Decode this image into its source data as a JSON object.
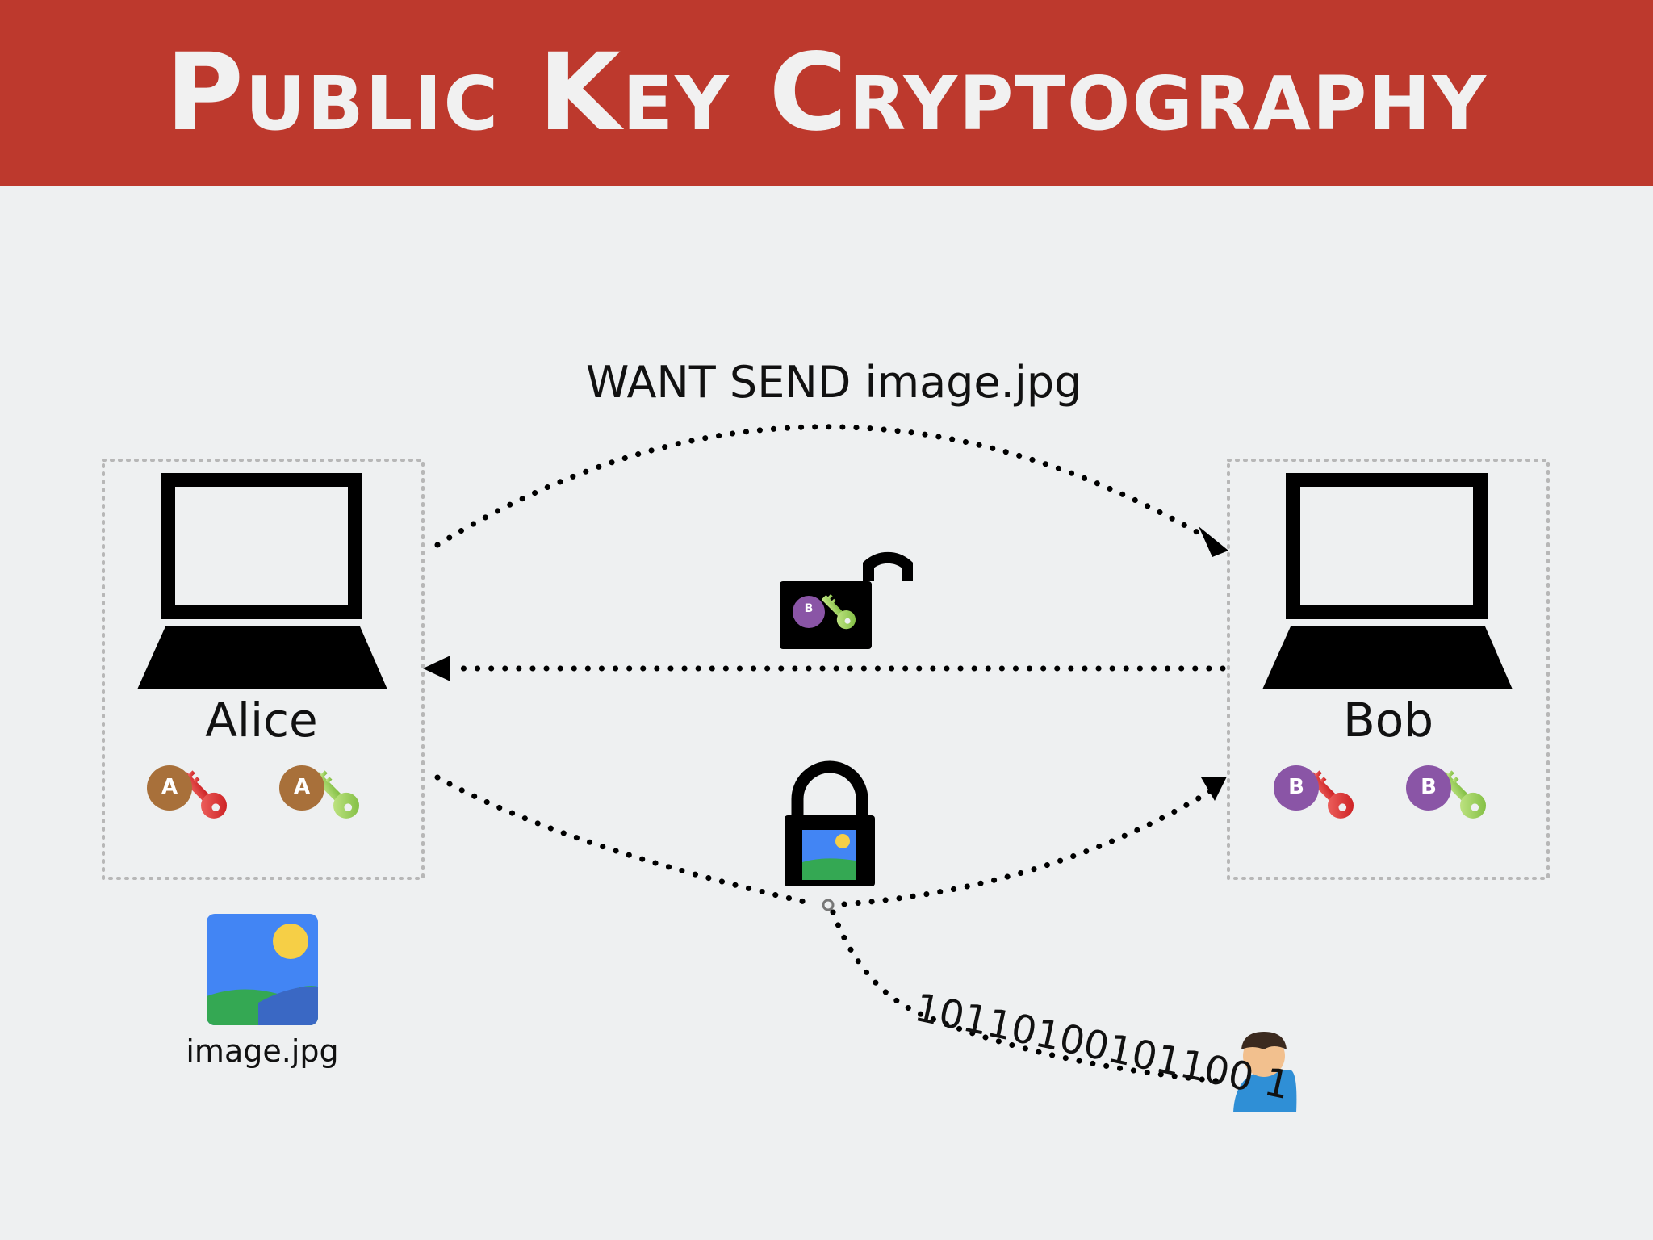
{
  "slide": {
    "title": "Public Key Cryptography",
    "accent_color": "#bd392d",
    "background_color": "#eef0f1"
  },
  "message": {
    "request_label": "WANT SEND image.jpg",
    "binary_label": "10110100101100 1"
  },
  "alice": {
    "name": "Alice",
    "file_name": "image.jpg",
    "private_key": {
      "letter": "A",
      "icon": "red-key-icon"
    },
    "public_key": {
      "letter": "A",
      "icon": "green-key-icon"
    },
    "badge_color": "#a8703a"
  },
  "bob": {
    "name": "Bob",
    "private_key": {
      "letter": "B",
      "icon": "red-key-icon"
    },
    "public_key": {
      "letter": "B",
      "icon": "green-key-icon"
    },
    "badge_color": "#8a55a6"
  },
  "locks": {
    "open_lock": {
      "icon": "open-padlock-icon",
      "key_letter": "B"
    },
    "closed_lock": {
      "icon": "closed-padlock-icon"
    }
  },
  "eavesdropper": {
    "icon": "user-person-icon"
  }
}
